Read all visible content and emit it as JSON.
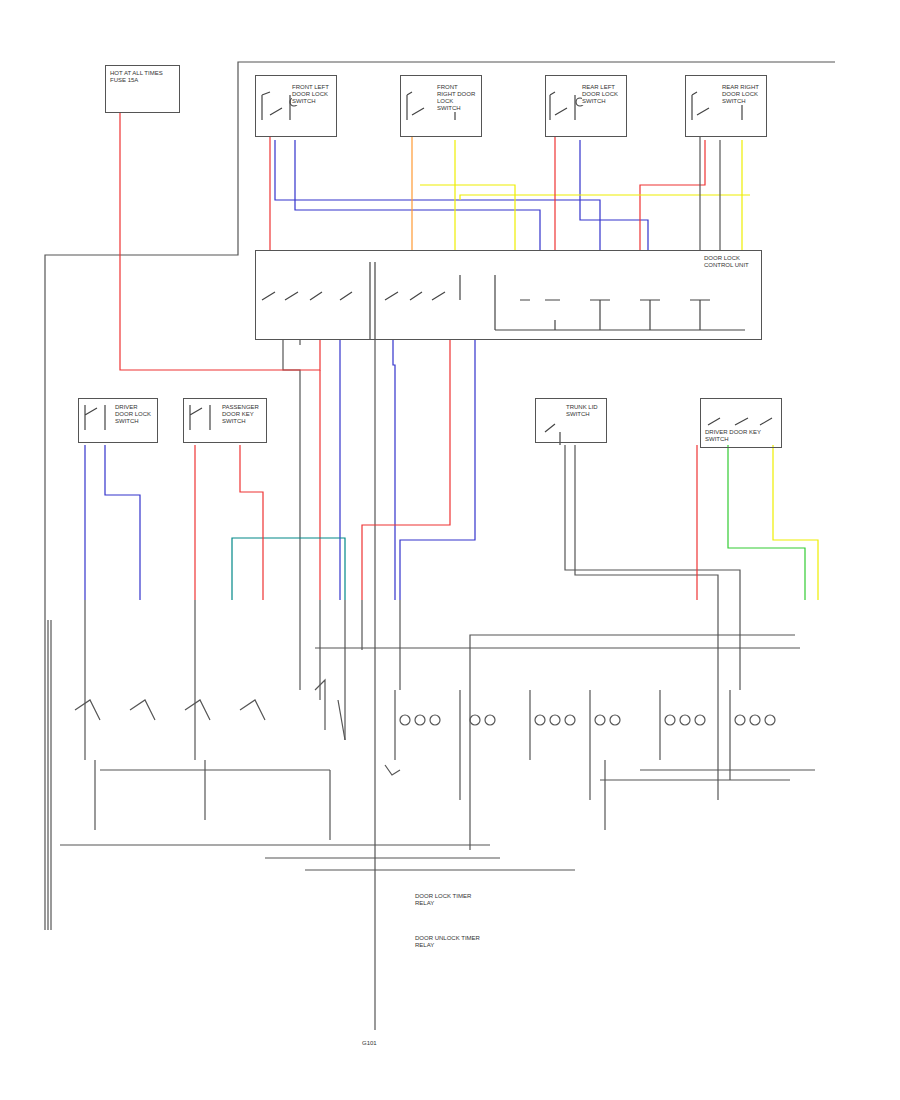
{
  "diagram": {
    "nodes": [
      {
        "text": [
          "HOT AT ALL TIMES",
          "FUSE 15A"
        ]
      },
      {
        "text": [
          "FRONT LEFT DOOR LOCK SWITCH"
        ]
      },
      {
        "text": [
          "FRONT RIGHT DOOR LOCK SWITCH"
        ]
      },
      {
        "text": [
          "REAR LEFT DOOR LOCK SWITCH"
        ]
      },
      {
        "text": [
          "REAR RIGHT DOOR LOCK SWITCH"
        ]
      },
      {
        "text": [
          "DOOR LOCK CONTROL UNIT"
        ]
      },
      {
        "text": [
          "DRIVER DOOR LOCK SWITCH"
        ]
      },
      {
        "text": [
          "PASSENGER DOOR KEY SWITCH"
        ]
      },
      {
        "text": [
          "TRUNK LID SWITCH"
        ]
      },
      {
        "text": [
          "DRIVER DOOR KEY SWITCH"
        ]
      }
    ],
    "edges": [
      {
        "from": 0,
        "to": 5,
        "arrow": "none"
      },
      {
        "from": 1,
        "to": 5,
        "arrow": "none"
      },
      {
        "from": 2,
        "to": 5,
        "arrow": "none"
      },
      {
        "from": 3,
        "to": 5,
        "arrow": "none"
      },
      {
        "from": 4,
        "to": 5,
        "arrow": "none"
      }
    ],
    "labels": [
      "DOOR LOCK TIMER RELAY",
      "DOOR UNLOCK TIMER RELAY",
      "G101"
    ]
  }
}
